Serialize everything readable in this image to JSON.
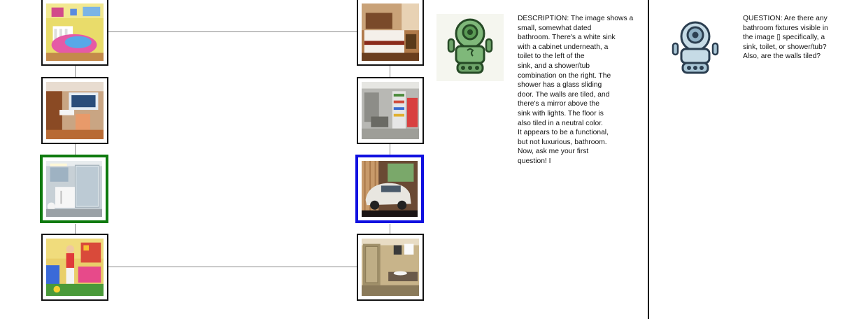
{
  "panels": {
    "description": {
      "icon": "green-robot-icon",
      "text": "DESCRIPTION: The image shows a\nsmall, somewhat dated\nbathroom. There's a white sink\nwith a cabinet underneath, a\ntoilet to the left of the\nsink, and a shower/tub\ncombination on the right. The\nshower has a glass sliding\ndoor. The walls are tiled, and\nthere's a mirror above the\nsink with lights. The floor is\nalso tiled in a neutral color.\nIt appears to be a functional,\nbut not luxurious, bathroom.\nNow, ask me your first\nquestion! I"
    },
    "question": {
      "icon": "blue-robot-icon",
      "text": "QUESTION: Are there any\nbathroom fixtures visible in\nthe image ▯ specifically, a\nsink, toilet, or shower/tub?\nAlso, are the walls tiled?"
    }
  },
  "thumbnails": {
    "left": [
      {
        "name": "kids-bedroom-image",
        "highlight": "none"
      },
      {
        "name": "modern-bathroom-image",
        "highlight": "none"
      },
      {
        "name": "dated-bathroom-image",
        "highlight": "green"
      },
      {
        "name": "child-playroom-image",
        "highlight": "none"
      }
    ],
    "right": [
      {
        "name": "hotel-bedroom-image",
        "highlight": "none"
      },
      {
        "name": "garage-shelves-image",
        "highlight": "none"
      },
      {
        "name": "vintage-car-image",
        "highlight": "blue"
      },
      {
        "name": "tiled-bathroom-image",
        "highlight": "none"
      }
    ]
  },
  "colors": {
    "selected_left": "#0e7a0e",
    "selected_right": "#1010e0",
    "connector": "#8a8a8a"
  }
}
